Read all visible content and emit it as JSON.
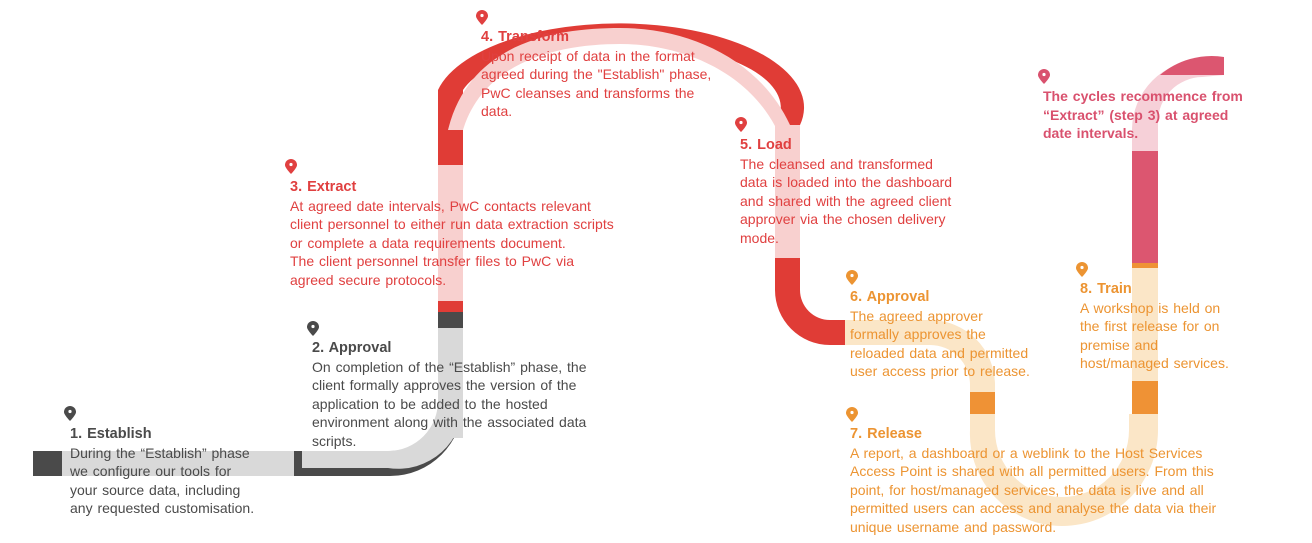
{
  "colors": {
    "grey_dark": "#4a4a4a",
    "grey_light": "#d9d9d9",
    "red": "#e03c36",
    "red_light": "#f8d0cf",
    "orange": "#ef9235",
    "orange_light": "#fbe6c7",
    "pink": "#dc5670",
    "pink_light": "#f6d0d8"
  },
  "steps": [
    {
      "number": "1",
      "title": "1. Establish",
      "body": "During the “Establish” phase\nwe configure our tools for\nyour source data, including\nany requested customisation.",
      "color": "grey",
      "icon": "map-pin-icon"
    },
    {
      "number": "2",
      "title": "2. Approval",
      "body": "On completion of the “Establish” phase, the\nclient formally approves the version of the\napplication to be added to the hosted\nenvironment along with the associated data\nscripts.",
      "color": "grey",
      "icon": "map-pin-icon"
    },
    {
      "number": "3",
      "title": "3. Extract",
      "body": "At agreed date intervals, PwC contacts relevant\nclient personnel to either run data extraction scripts\nor complete a data requirements document.\nThe client personnel transfer files to PwC via\nagreed secure protocols.",
      "color": "red",
      "icon": "map-pin-icon"
    },
    {
      "number": "4",
      "title": "4. Transform",
      "body": "Upon receipt of data in the format\nagreed during the \"Establish\" phase,\nPwC cleanses and transforms the\ndata.",
      "color": "red",
      "icon": "map-pin-icon"
    },
    {
      "number": "5",
      "title": "5. Load",
      "body": "The cleansed and transformed\ndata is loaded into the dashboard\nand shared with the agreed client\napprover via the chosen delivery\nmode.",
      "color": "red",
      "icon": "map-pin-icon"
    },
    {
      "number": "6",
      "title": "6. Approval",
      "body": "The agreed approver\nformally approves the\nreloaded data and permitted\nuser access prior to release.",
      "color": "orange",
      "icon": "map-pin-icon"
    },
    {
      "number": "7",
      "title": "7. Release",
      "body": "A report, a dashboard or a weblink to the Host Services\nAccess Point is shared with all permitted users. From this\npoint, for host/managed services, the data is live and all\npermitted users can access and analyse the data via their\nunique username and password.",
      "color": "orange",
      "icon": "map-pin-icon"
    },
    {
      "number": "8",
      "title": "8. Train",
      "body": "A workshop is held on\nthe first release for on\npremise and\nhost/managed services.",
      "color": "orange",
      "icon": "map-pin-icon"
    }
  ],
  "cycle_note": {
    "text": "The cycles recommence from\n“Extract” (step 3) at agreed\ndate intervals.",
    "color": "pink",
    "icon": "map-pin-icon"
  }
}
